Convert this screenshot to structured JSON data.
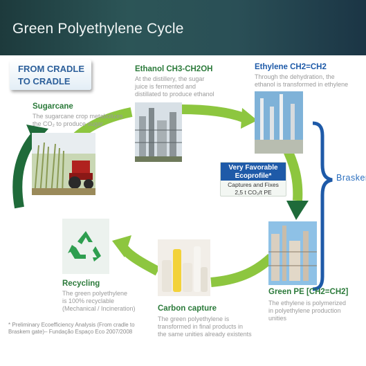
{
  "header": {
    "title": "Green Polyethylene Cycle"
  },
  "cradle": {
    "line1": "FROM CRADLE",
    "line2": "TO CRADLE"
  },
  "nodes": {
    "sugarcane": {
      "title": "Sugarcane",
      "desc": [
        "The sugarcane crop metabolizes",
        "the CO₂ to produce sugar"
      ]
    },
    "ethanol": {
      "title": "Ethanol CH3-CH2OH",
      "desc": [
        "At the distillery, the sugar",
        "juice is fermented and",
        "distillated to produce ethanol"
      ]
    },
    "ethylene": {
      "title": "Ethylene CH2=CH2",
      "desc": [
        "Through the dehydration, the",
        "ethanol is transformed in ethylene"
      ]
    },
    "green_pe": {
      "title": "Green PE [CH2=CH2]",
      "desc": [
        "The ethylene is polymerized",
        "in polyethylene production",
        "unities"
      ]
    },
    "carbon_capture": {
      "title": "Carbon capture",
      "desc": [
        "The green polyethylene is",
        "transformed in final products in",
        "the same unities already existents"
      ]
    },
    "recycling": {
      "title": "Recycling",
      "desc": [
        "The green polyethylene",
        "is 100% recyclable",
        "(Mechanical / Incineration)"
      ]
    }
  },
  "ecoprofile": {
    "line1": "Very Favorable",
    "line2": "Ecoprofile*",
    "line3": "Captures and Fixes",
    "line4": "2,5 t CO₂/t PE"
  },
  "brand": {
    "name": "Brasken"
  },
  "footnote": "* Preliminary Ecoefficiency Analysis (From cradle to Braskem gate)– Fundação Espaço Eco 2007/2008",
  "colors": {
    "header_bg": "#2a4f56",
    "arrow_green": "#8dc63f",
    "dark_green": "#1f6b3a",
    "brand_blue": "#1e5aa8",
    "title_green": "#2b7a3a",
    "title_blue": "#1e5aa8",
    "recycle_green": "#2e9e4f"
  },
  "icons": [
    "recycle-icon",
    "bracket-icon"
  ]
}
